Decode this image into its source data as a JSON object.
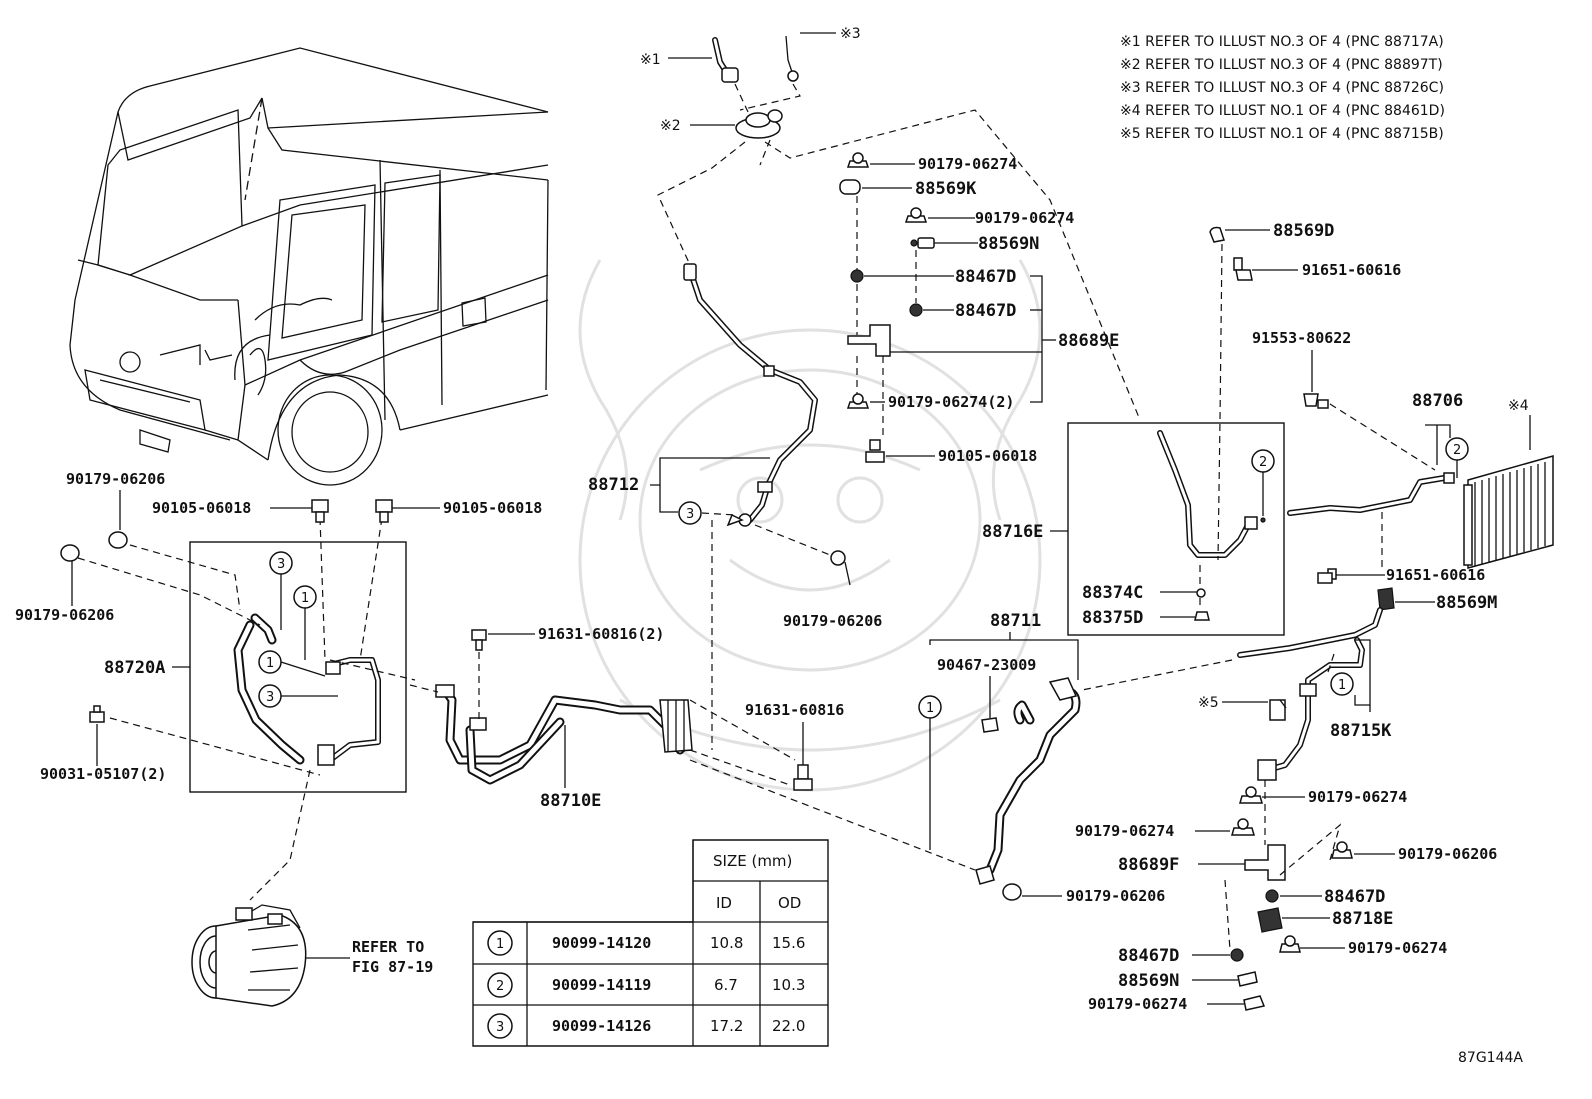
{
  "diagram_code": "87G144A",
  "notes": [
    "※1 REFER TO ILLUST NO.3 OF 4 (PNC 88717A)",
    "※2 REFER TO ILLUST NO.3 OF 4 (PNC 88897T)",
    "※3 REFER TO ILLUST NO.3 OF 4 (PNC 88726C)",
    "※4 REFER TO ILLUST NO.1 OF 4 (PNC 88461D)",
    "※5 REFER TO ILLUST NO.1 OF 4 (PNC 88715B)"
  ],
  "markers": {
    "m1": "※1",
    "m2": "※2",
    "m3": "※3",
    "m4": "※4",
    "m5": "※5"
  },
  "labels": {
    "p_90179_06274_a": "90179-06274",
    "p_88569K": "88569K",
    "p_90179_06274_b": "90179-06274",
    "p_88569N_top": "88569N",
    "p_88467D_a": "88467D",
    "p_88467D_b": "88467D",
    "p_88689E": "88689E",
    "p_90179_06274_2": "90179-06274(2)",
    "p_90105_06018_mid": "90105-06018",
    "p_88569D": "88569D",
    "p_91651_60616_top": "91651-60616",
    "p_91553_80622": "91553-80622",
    "p_88706": "88706",
    "p_88716E": "88716E",
    "p_88374C": "88374C",
    "p_88375D": "88375D",
    "p_91651_60616_mid": "91651-60616",
    "p_88569M": "88569M",
    "p_88712": "88712",
    "p_90179_06206_mid": "90179-06206",
    "p_90179_06206_l1": "90179-06206",
    "p_90179_06206_l2": "90179-06206",
    "p_90105_06018_l": "90105-06018",
    "p_90105_06018_r": "90105-06018",
    "p_88720A": "88720A",
    "p_90031_05107": "90031-05107(2)",
    "p_91631_60816_2": "91631-60816(2)",
    "p_91631_60816": "91631-60816",
    "p_88710E": "88710E",
    "p_88711": "88711",
    "p_90467_23009": "90467-23009",
    "p_88715K": "88715K",
    "p_90179_06274_r1": "90179-06274",
    "p_90179_06274_r2": "90179-06274",
    "p_88689F": "88689F",
    "p_90179_06206_r1": "90179-06206",
    "p_90179_06206_r2": "90179-06206",
    "p_88467D_c": "88467D",
    "p_88718E": "88718E",
    "p_88467D_d": "88467D",
    "p_90179_06274_r3": "90179-06274",
    "p_88569N_b": "88569N",
    "p_90179_06274_r4": "90179-06274",
    "refer_line1": "REFER TO",
    "refer_line2": "FIG 87-19"
  },
  "callouts": {
    "c1": "1",
    "c2": "2",
    "c3": "3"
  },
  "size_table": {
    "header_size": "SIZE (mm)",
    "header_id": "ID",
    "header_od": "OD",
    "rows": [
      {
        "ref": "1",
        "part": "90099-14120",
        "id": "10.8",
        "od": "15.6"
      },
      {
        "ref": "2",
        "part": "90099-14119",
        "id": "6.7",
        "od": "10.3"
      },
      {
        "ref": "3",
        "part": "90099-14126",
        "id": "17.2",
        "od": "22.0"
      }
    ]
  }
}
